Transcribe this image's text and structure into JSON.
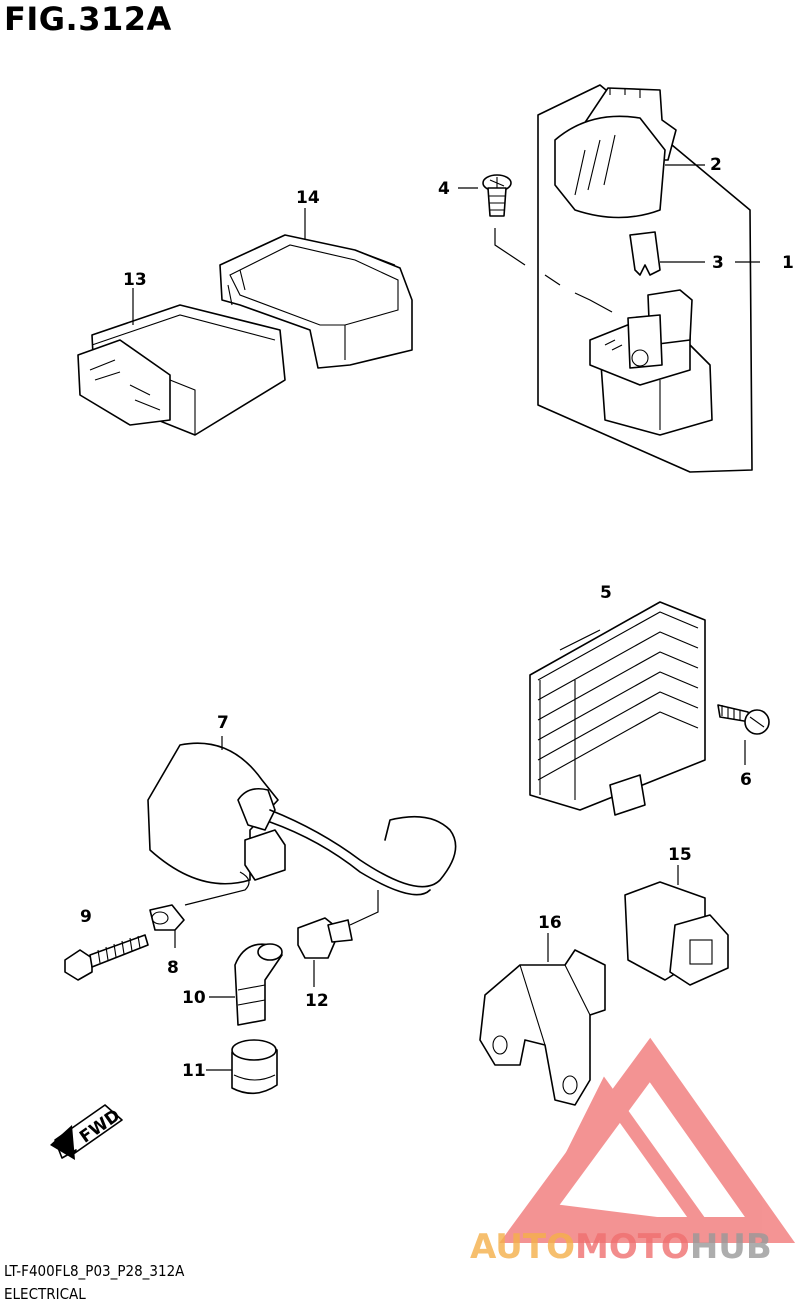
{
  "figure": {
    "title": "FIG.312A",
    "code": "LT-F400FL8_P03_P28_312A",
    "name": "ELECTRICAL",
    "direction_label": "FWD"
  },
  "callouts": [
    {
      "id": "1",
      "label": "1"
    },
    {
      "id": "2",
      "label": "2"
    },
    {
      "id": "3",
      "label": "3"
    },
    {
      "id": "4",
      "label": "4"
    },
    {
      "id": "5",
      "label": "5"
    },
    {
      "id": "6",
      "label": "6"
    },
    {
      "id": "7",
      "label": "7"
    },
    {
      "id": "8",
      "label": "8"
    },
    {
      "id": "9",
      "label": "9"
    },
    {
      "id": "10",
      "label": "10"
    },
    {
      "id": "11",
      "label": "11"
    },
    {
      "id": "12",
      "label": "12"
    },
    {
      "id": "13",
      "label": "13"
    },
    {
      "id": "14",
      "label": "14"
    },
    {
      "id": "15",
      "label": "15"
    },
    {
      "id": "16",
      "label": "16"
    }
  ],
  "watermark": {
    "part1": "AUTO",
    "part2": "MOTO",
    "part3": "HUB",
    "color1": "#f5b04a",
    "color2": "#f07070",
    "color3": "#999999"
  }
}
